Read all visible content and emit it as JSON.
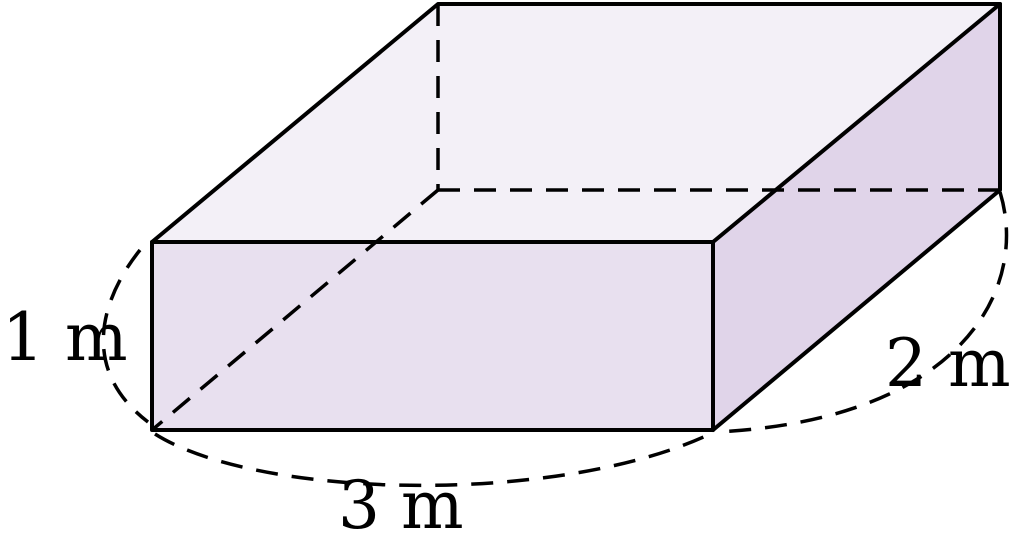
{
  "colors": {
    "top_face": "#f3f0f7",
    "front_face": "#e8e0ef",
    "side_face": "#e0d4e9",
    "edge": "#000000"
  },
  "labels": {
    "height": "1 m",
    "length": "3 m",
    "depth": "2 m"
  }
}
